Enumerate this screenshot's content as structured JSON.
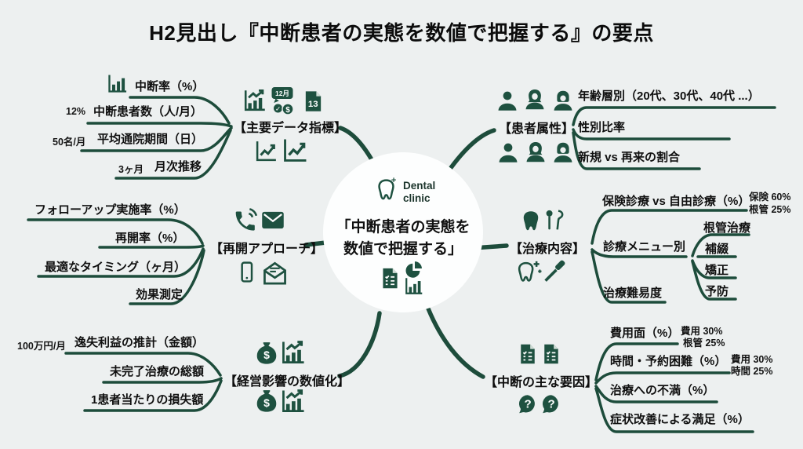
{
  "title": "H2見出し『中断患者の実態を数値で把握する』の要点",
  "center": {
    "brand_line1": "Dental",
    "brand_line2": "clinic",
    "heading_line1": "「中断患者の実態を",
    "heading_line2": "数値で把握する」"
  },
  "icons": {
    "dollar": "$",
    "question": "?",
    "check": "✓",
    "plus": "+",
    "bubble_label": "12月",
    "calendar_label": "13"
  },
  "branches": {
    "key_metrics": {
      "label": "【主要データ指標】",
      "items": [
        {
          "label": "中断率（%）"
        },
        {
          "label": "中断患者数（人/月）",
          "value": "12%"
        },
        {
          "label": "平均通院期間（日）",
          "value": "50名/月"
        },
        {
          "label": "月次推移",
          "value": "3ヶ月"
        }
      ]
    },
    "patient_attributes": {
      "label": "【患者属性】",
      "items": [
        {
          "label": "年齢層別（20代、30代、40代 ...）"
        },
        {
          "label": "性別比率"
        },
        {
          "label": "新規 vs 再来の割合"
        }
      ]
    },
    "restart_approach": {
      "label": "【再開アプローチ】",
      "items": [
        {
          "label": "フォローアップ実施率（%）"
        },
        {
          "label": "再開率（%）"
        },
        {
          "label": "最適なタイミング（ヶ月）"
        },
        {
          "label": "効果測定"
        }
      ]
    },
    "treatment": {
      "label": "【治療内容】",
      "items": [
        {
          "label": "保険診療 vs 自由診療（%）",
          "note1": "保険 60%",
          "note2": "根管 25%"
        },
        {
          "label": "診療メニュー別",
          "subitems": [
            "根管治療",
            "補綴",
            "矯正",
            "予防"
          ]
        },
        {
          "label": "治療難易度"
        }
      ]
    },
    "business_impact": {
      "label": "【経営影響の数値化】",
      "items": [
        {
          "label": "逸失利益の推計（金額）",
          "value": "100万円/月"
        },
        {
          "label": "未完了治療の総額"
        },
        {
          "label": "1患者当たりの損失額"
        }
      ]
    },
    "discontinuation_factors": {
      "label": "【中断の主な要因】",
      "items": [
        {
          "label": "費用面（%）",
          "note1": "費用 30%",
          "note2": "根管 25%"
        },
        {
          "label": "時間・予約困難（%）",
          "note1": "費用 30%",
          "note2": "時間 25%"
        },
        {
          "label": "治療への不満（%）"
        },
        {
          "label": "症状改善による満足（%）"
        }
      ]
    }
  },
  "colors": {
    "accent": "#1e5140",
    "line": "#1d4c3b",
    "background": "#edf0f0",
    "text": "#101010"
  }
}
